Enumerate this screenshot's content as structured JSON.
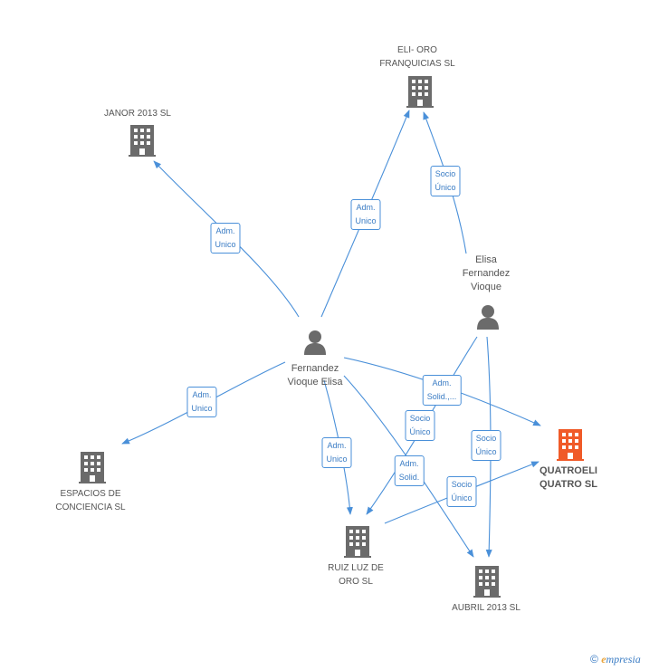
{
  "colors": {
    "edge": "#4a90d9",
    "company": "#6b6b6b",
    "highlight": "#f05a28",
    "person": "#6b6b6b"
  },
  "nodes": {
    "janor": {
      "label": [
        "JANOR 2013  SL"
      ],
      "icon": "building-icon"
    },
    "elioro": {
      "label": [
        "ELI- ORO",
        "FRANQUICIAS SL"
      ],
      "icon": "building-icon"
    },
    "elisa": {
      "label": [
        "Elisa",
        "Fernandez",
        "Vioque"
      ],
      "icon": "person-icon"
    },
    "fernandez": {
      "label": [
        "Fernandez",
        "Vioque Elisa"
      ],
      "icon": "person-icon"
    },
    "espacios": {
      "label": [
        "ESPACIOS DE",
        "CONCIENCIA  SL"
      ],
      "icon": "building-icon"
    },
    "quatroeli": {
      "label": [
        "QUATROELI",
        "QUATRO SL"
      ],
      "icon": "building-icon"
    },
    "ruiz": {
      "label": [
        "RUIZ LUZ DE",
        "ORO SL"
      ],
      "icon": "building-icon"
    },
    "aubril": {
      "label": [
        "AUBRIL 2013  SL"
      ],
      "icon": "building-icon"
    }
  },
  "edges": [
    {
      "label": [
        "Adm.",
        "Unico"
      ]
    },
    {
      "label": [
        "Adm.",
        "Unico"
      ]
    },
    {
      "label": [
        "Socio",
        "Único"
      ]
    },
    {
      "label": [
        "Adm.",
        "Unico"
      ]
    },
    {
      "label": [
        "Adm.",
        "Solid.,..."
      ]
    },
    {
      "label": [
        "Socio",
        "Único"
      ]
    },
    {
      "label": [
        "Adm.",
        "Unico"
      ]
    },
    {
      "label": [
        "Adm.",
        "Solid."
      ]
    },
    {
      "label": [
        "Socio",
        "Único"
      ]
    },
    {
      "label": [
        "Socio",
        "Único"
      ]
    }
  ],
  "footer": {
    "copyright": "©",
    "brand_e": "e",
    "brand_rest": "mpresia"
  }
}
